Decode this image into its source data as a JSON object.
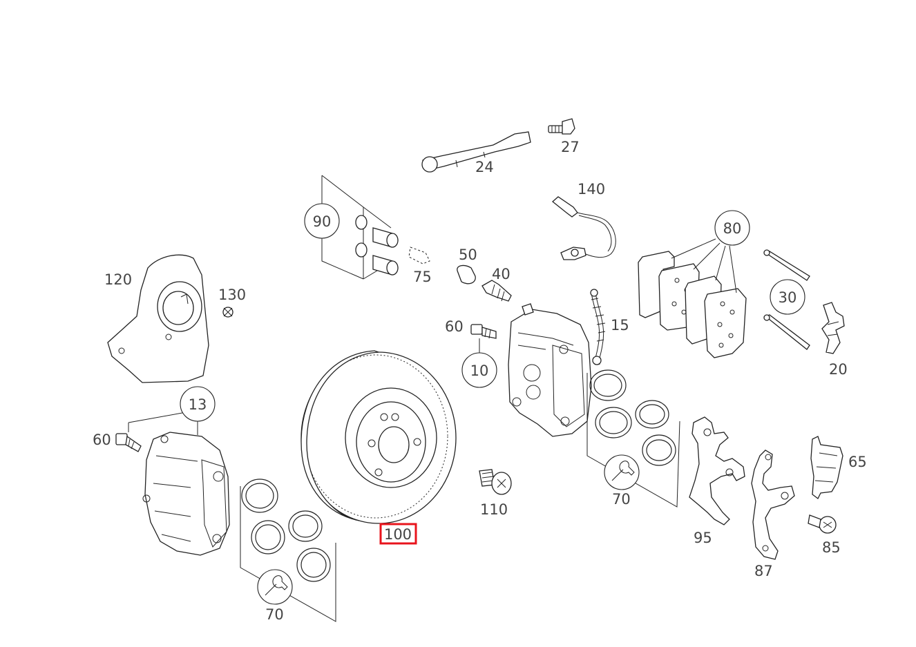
{
  "diagram": {
    "highlight_color": "#e8141c",
    "labels": {
      "p24": "24",
      "p27": "27",
      "p140": "140",
      "p90": "90",
      "p75": "75",
      "p50": "50",
      "p40": "40",
      "p80": "80",
      "p120": "120",
      "p130": "130",
      "p15": "15",
      "p30": "30",
      "p60a": "60",
      "p10": "10",
      "p20": "20",
      "p13": "13",
      "p60b": "60",
      "p65": "65",
      "p70a": "70",
      "p110": "110",
      "p95": "95",
      "p85": "85",
      "p87": "87",
      "p100": "100",
      "p70b": "70"
    },
    "selected_part": "100"
  }
}
